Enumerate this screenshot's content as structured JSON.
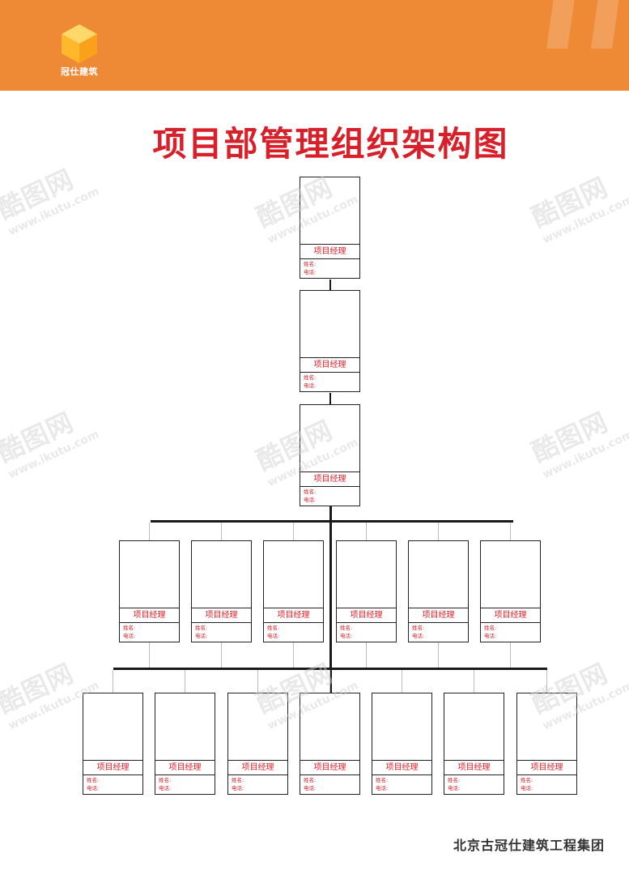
{
  "header": {
    "brand_name": "冠仕建筑",
    "brand_color": "#ee8a36"
  },
  "title": "项目部管理组织架构图",
  "card_template": {
    "role": "项目经理",
    "name_label": "姓名:",
    "phone_label": "电话:"
  },
  "org": {
    "level1": [
      {
        "role": "项目经理"
      }
    ],
    "level2": [
      {
        "role": "项目经理"
      }
    ],
    "level3": [
      {
        "role": "项目经理"
      }
    ],
    "level4": [
      {
        "role": "项目经理"
      },
      {
        "role": "项目经理"
      },
      {
        "role": "项目经理"
      },
      {
        "role": "项目经理"
      },
      {
        "role": "项目经理"
      },
      {
        "role": "项目经理"
      }
    ],
    "level5": [
      {
        "role": "项目经理"
      },
      {
        "role": "项目经理"
      },
      {
        "role": "项目经理"
      },
      {
        "role": "项目经理"
      },
      {
        "role": "项目经理"
      },
      {
        "role": "项目经理"
      },
      {
        "role": "项目经理"
      }
    ]
  },
  "watermark": {
    "logo_text": "酷图网",
    "url_text": "www.ikutu.com"
  },
  "footer": "北京古冠仕建筑工程集团"
}
